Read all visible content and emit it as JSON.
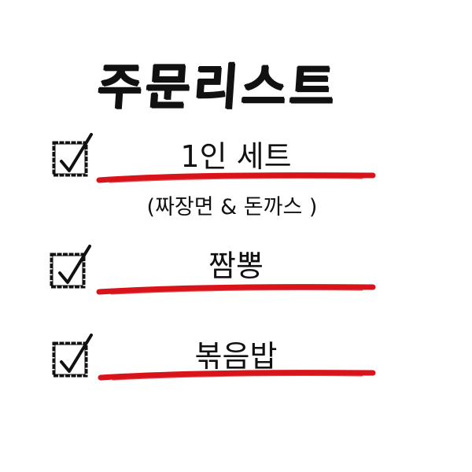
{
  "title": "주문리스트",
  "colors": {
    "text": "#111111",
    "accent": "#d8141b",
    "background": "#ffffff"
  },
  "icons": {
    "check": "checkbox-checked-icon",
    "stroke": "red-brush-underline"
  },
  "items": [
    {
      "label": "1인 세트",
      "sublabel": "(짜장면 & 돈까스 )"
    },
    {
      "label": "짬뽕"
    },
    {
      "label": "볶음밥"
    }
  ]
}
